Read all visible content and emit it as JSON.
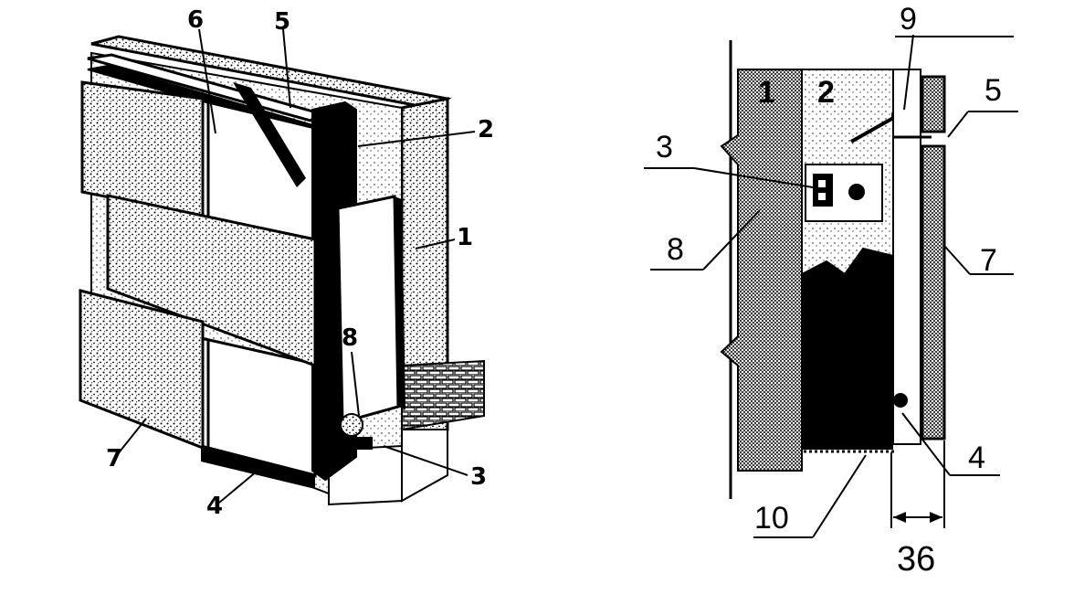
{
  "figures": {
    "perspective": {
      "labels": {
        "l1": "1",
        "l2": "2",
        "l3": "3",
        "l4": "4",
        "l5": "5",
        "l6": "6",
        "l7": "7",
        "l8": "8"
      }
    },
    "section": {
      "labels": {
        "l1": "1",
        "l2": "2",
        "l3": "3",
        "l4": "4",
        "l5": "5",
        "l7": "7",
        "l8": "8",
        "l9": "9",
        "l10": "10"
      },
      "dimension": "36"
    }
  },
  "colors": {
    "ink": "#000000",
    "paper": "#ffffff",
    "dense_stipple": "#7a7a7a",
    "light_stipple": "#d4d4d4"
  }
}
